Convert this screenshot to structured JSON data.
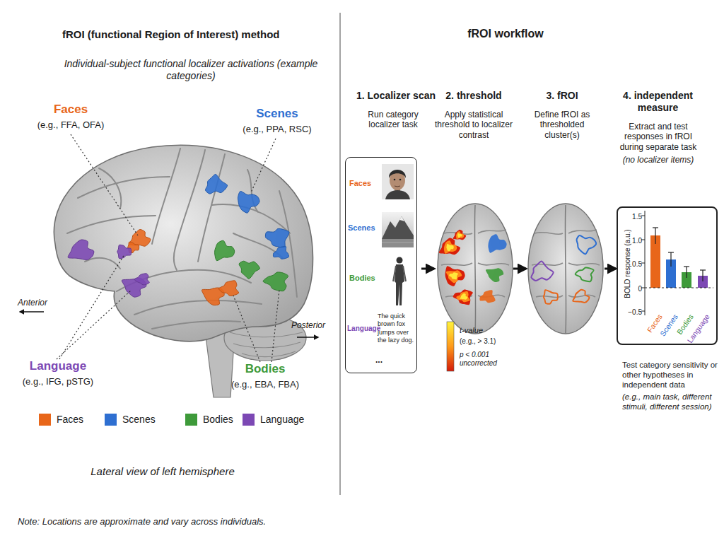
{
  "diagram": {
    "title": "fROI (functional Region of Interest) method",
    "caption": "Note: Locations are approximate and vary across individuals.",
    "nodes": [
      {
        "text": [
          "Faces",
          "Scenes",
          "Bodies",
          "Language",
          "The quick brown fox jumps over the lazy dog.",
          "..."
        ]
      },
      {
        "text": [
          "BOLD response (a.u.)",
          "1.5",
          "1.0",
          "0.5",
          "0",
          "−0.5",
          "Faces",
          "Scenes",
          "Bodies",
          "Language"
        ]
      }
    ],
    "labels": [
      "fROI workflow",
      "Individual-subject functional localizer activations (example categories)",
      "Faces",
      "(e.g., FFA, OFA)",
      "Scenes",
      "(e.g., PPA, RSC)",
      "Language",
      "(e.g., IFG, pSTG)",
      "Bodies",
      "(e.g., EBA, FBA)",
      "Anterior",
      "Posterior",
      "Lateral view of left hemisphere",
      "1. Localizer scan",
      "Run category localizer task",
      "2. threshold",
      "Apply statistical threshold to localizer contrast",
      "3. fROI",
      "Define fROI as thresholded cluster(s)",
      "4. independent measure",
      "Extract and test responses in fROI during separate task",
      "(no localizer items)",
      "t-value",
      "(e.g., > 3.1)",
      "p < 0.001 uncorrected",
      "Test category sensitivity or other hypotheses in independent data",
      "(e.g., main task, different stimuli, different session)"
    ],
    "legend": [
      {
        "text": "Faces",
        "color": "#e8661a"
      },
      {
        "text": "Scenes",
        "color": "#2e6fd1"
      },
      {
        "text": "Bodies",
        "color": "#3e9a3a"
      },
      {
        "text": "Language",
        "color": "#7c48b4"
      }
    ]
  }
}
